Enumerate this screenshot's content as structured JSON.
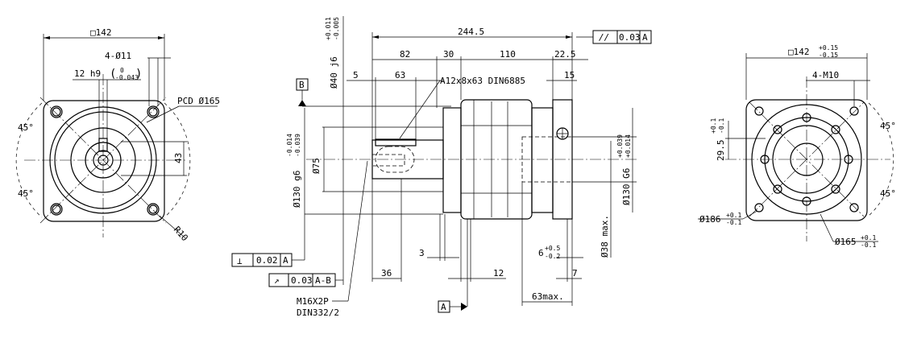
{
  "left_view": {
    "square": "□142",
    "holes": "4-Ø11",
    "key_tol_main": "12 h9",
    "key_tol_up": "0",
    "key_tol_low": "-0.043",
    "pcd": "PCD Ø165",
    "angle_top": "45°",
    "angle_bottom": "45°",
    "dim_43": "43",
    "radius": "R10"
  },
  "front_view": {
    "overall_length": "244.5",
    "parallelism_symbol": "//",
    "parallelism_value": "0.03",
    "parallelism_datum": "A",
    "dim_82": "82",
    "dim_30": "30",
    "dim_110": "110",
    "dim_22_5": "22.5",
    "dim_5": "5",
    "dim_63": "63",
    "key_callout": "A12x8x63 DIN6885",
    "dim_15": "15",
    "datum_b": "B",
    "shaft_dia": "Ø40 j6",
    "shaft_tol_up": "+0.011",
    "shaft_tol_low": "-0.005",
    "pilot_dia": "Ø130 g6",
    "pilot_tol_up": "-0.014",
    "pilot_tol_low": "-0.039",
    "dia_75": "Ø75",
    "bore_dia": "Ø130 G6",
    "bore_tol_up": "+0.039",
    "bore_tol_low": "+0.014",
    "dia_38": "Ø38 max.",
    "dim_6": "6",
    "dim_6_up": "+0.5",
    "dim_6_low": "-0.2",
    "dim_3": "3",
    "dim_36": "36",
    "dim_12": "12",
    "dim_7": "7",
    "dim_63max": "63max.",
    "perp_symbol": "⊥",
    "perp_value": "0.02",
    "perp_datum": "A",
    "runout_symbol": "↗",
    "runout_value": "0.03",
    "runout_datum": "A-B",
    "thread_1": "M16X2P",
    "thread_2": "DIN332/2",
    "datum_a": "A"
  },
  "right_view": {
    "square": "□142",
    "square_tol_up": "+0.15",
    "square_tol_low": "-0.15",
    "threads": "4-M10",
    "dim_29_5": "29.5",
    "dim_29_5_up": "+0.1",
    "dim_29_5_low": "-0.1",
    "angle_top": "45°",
    "angle_bottom": "45°",
    "dia_186": "Ø186",
    "dia_186_up": "+0.1",
    "dia_186_low": "-0.1",
    "dia_165": "Ø165",
    "dia_165_up": "+0.1",
    "dia_165_low": "-0.1"
  }
}
